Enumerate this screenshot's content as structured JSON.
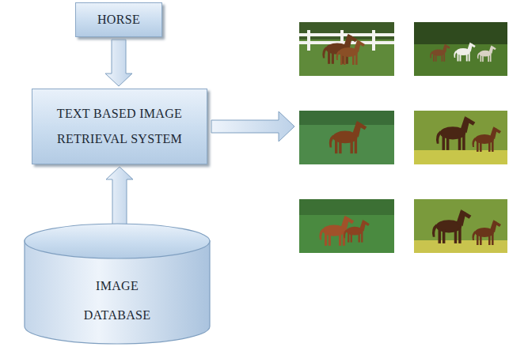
{
  "diagram": {
    "nodes": [
      {
        "text": [
          "HORSE"
        ]
      },
      {
        "text": [
          "TEXT BASED IMAGE RETRIEVAL SYSTEM"
        ]
      },
      {
        "text": [
          "IMAGE DATABASE"
        ]
      }
    ],
    "edges": [
      {
        "from": 0,
        "to": 1,
        "arrow": "to"
      },
      {
        "from": 2,
        "to": 1,
        "arrow": "to"
      }
    ]
  }
}
